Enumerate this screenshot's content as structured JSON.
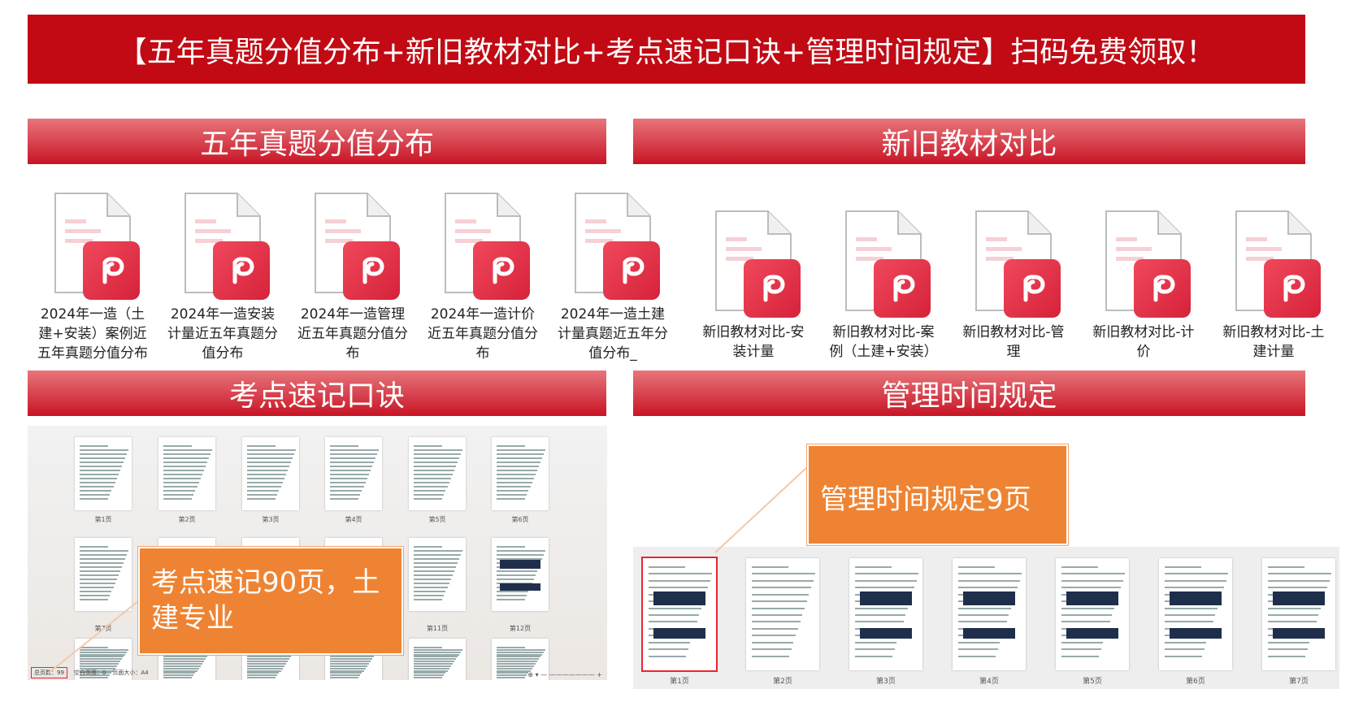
{
  "banner": {
    "text": "【五年真题分值分布+新旧教材对比+考点速记口诀+管理时间规定】扫码免费领取！"
  },
  "sections": {
    "fenzhi": "五年真题分值分布",
    "duibi": "新旧教材对比",
    "kouque": "考点速记口诀",
    "guiding": "管理时间规定"
  },
  "files_left": [
    {
      "name": "2024年一造（土建+安装）案例近五年真题分值分布"
    },
    {
      "name": "2024年一造安装计量近五年真题分值分布"
    },
    {
      "name": "2024年一造管理近五年真题分值分布"
    },
    {
      "name": "2024年一造计价近五年真题分值分布"
    },
    {
      "name": "2024年一造土建计量真题近五年分值分布_"
    }
  ],
  "files_right": [
    {
      "name": "新旧教材对比-安装计量"
    },
    {
      "name": "新旧教材对比-案例（土建+安装）"
    },
    {
      "name": "新旧教材对比-管理"
    },
    {
      "name": "新旧教材对比-计价"
    },
    {
      "name": "新旧教材对比-土建计量"
    }
  ],
  "left_panel": {
    "page_labels_row1": [
      "第1页",
      "第2页",
      "第3页",
      "第4页",
      "第5页",
      "第6页"
    ],
    "page_labels_row2": [
      "第7页",
      "",
      "",
      "",
      "第11页",
      "第12页"
    ],
    "status_total": "总页数：99",
    "status_blank": "空白页面：0",
    "status_size": "页面大小：A4",
    "callout": "考点速记90页，土建专业"
  },
  "right_panel": {
    "page_labels": [
      "第1页",
      "第2页",
      "第3页",
      "第4页",
      "第5页",
      "第6页",
      "第7页"
    ],
    "callout": "管理时间规定9页"
  },
  "colors": {
    "banner": "#c10a14",
    "callout": "#ee8433",
    "pdf_badge": "#e0314a"
  }
}
